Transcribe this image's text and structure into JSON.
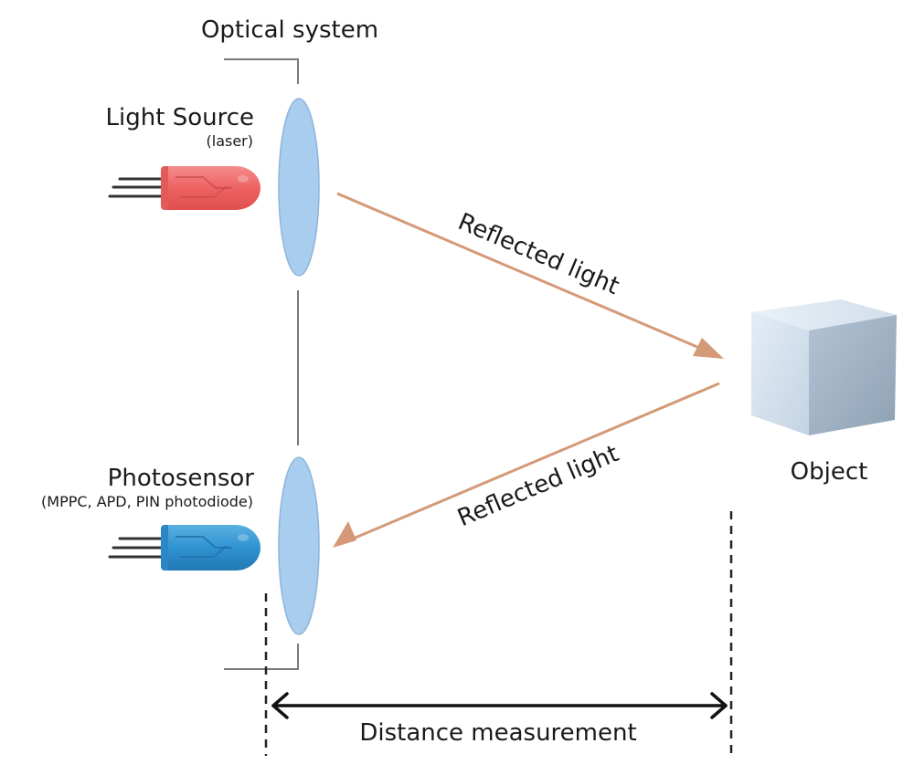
{
  "labels": {
    "optical_system": "Optical system",
    "light_source": "Light Source",
    "light_source_sub": "(laser)",
    "photosensor": "Photosensor",
    "photosensor_sub": "(MPPC, APD, PIN photodiode)",
    "reflected_light_out": "Reflected light",
    "reflected_light_back": "Reflected light",
    "object": "Object",
    "distance": "Distance measurement"
  },
  "colors": {
    "light_source": "#ef6666",
    "photosensor": "#2f93d1",
    "lens": "#a9cdef",
    "beam": "#d49a78",
    "cube_top": "#dfe9f2",
    "cube_front": "#cddceb",
    "cube_side": "#9fb1c3",
    "frame": "#7a7a7a",
    "pins": "#333333"
  },
  "icons": {
    "light_source": "laser-diode-icon",
    "photosensor": "photodiode-icon",
    "object": "cube-icon"
  }
}
